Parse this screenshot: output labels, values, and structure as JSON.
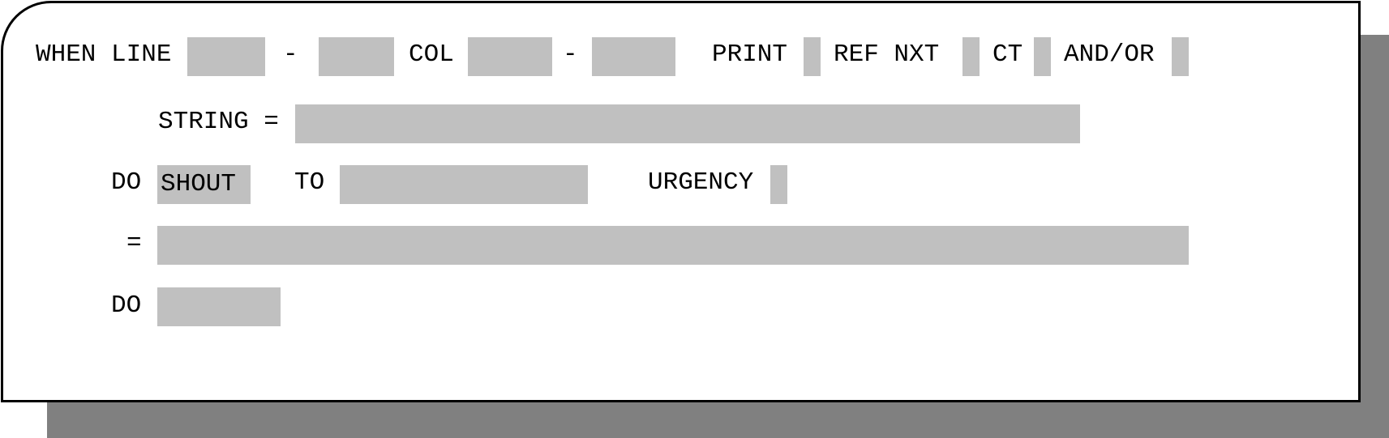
{
  "labels": {
    "when_line": "WHEN LINE",
    "line_dash": "-",
    "col": "COL",
    "col_dash": "-",
    "print": "PRINT",
    "ref_nxt": "REF NXT",
    "ct": "CT",
    "and_or": "AND/OR",
    "string_eq": "STRING =",
    "do1": "DO",
    "to": "TO",
    "urgency": "URGENCY",
    "eq": "=",
    "do2": "DO"
  },
  "fields": {
    "line_from": "",
    "line_to": "",
    "col_from": "",
    "col_to": "",
    "print": "",
    "ref_nxt": "",
    "ct": "",
    "and_or": "",
    "string": "",
    "do_action": "SHOUT",
    "to": "",
    "urgency": "",
    "message": "",
    "do_action2": ""
  },
  "colors": {
    "field_bg": "#c0c0c0",
    "shadow": "#808080",
    "border": "#000000",
    "background": "#ffffff"
  }
}
